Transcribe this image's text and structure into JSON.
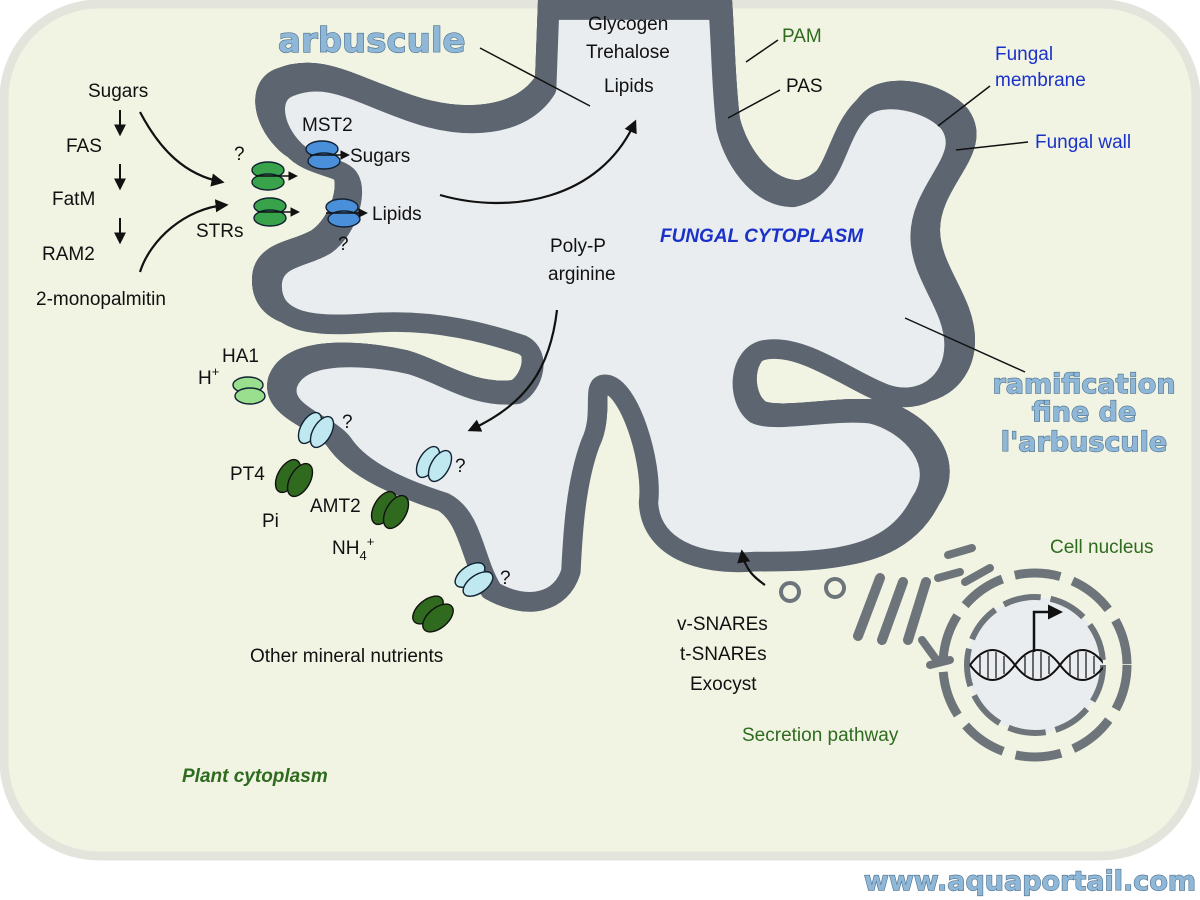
{
  "watermark": {
    "arbuscule": "arbuscule",
    "ramification": [
      "ramification",
      "fine de",
      "l'arbuscule"
    ],
    "site": "www.aquaportail.com"
  },
  "plant": {
    "cytoplasm": "Plant cytoplasm",
    "pathway": [
      "Sugars",
      "FAS",
      "FatM",
      "RAM2",
      "2-monopalmitin"
    ],
    "strs": "STRs",
    "question": "?",
    "ha1": "HA1",
    "h": "H",
    "h_sup": "+",
    "pt4": "PT4",
    "pi": "Pi",
    "amt2": "AMT2",
    "nh": "NH",
    "nh_sub": "4",
    "nh_sup": "+",
    "other_nutrients": "Other mineral nutrients",
    "snares": [
      "v-SNAREs",
      "t-SNAREs",
      "Exocyst"
    ],
    "secretion": "Secretion pathway",
    "nucleus": "Cell nucleus"
  },
  "fungus": {
    "storage": [
      "Glycogen",
      "Trehalose",
      "Lipids"
    ],
    "pam": "PAM",
    "pas": "PAS",
    "membrane": [
      "Fungal",
      "membrane"
    ],
    "wall": "Fungal wall",
    "cytoplasm": "FUNGAL CYTOPLASM",
    "mst2": "MST2",
    "sugars": "Sugars",
    "lipids": "Lipids",
    "polyp": [
      "Poly-P",
      "arginine"
    ]
  },
  "colors": {
    "plant_cytoplasm": "#f1f4e3",
    "cell_outline": "#e4e6dd",
    "periarbuscular": "#e9ecee",
    "fungal_wall": "#cfe0ee",
    "fungal_cytoplasm": "#8ebcd6",
    "fungal_membrane": "#16237a",
    "green_label": "#2f6b1f",
    "blue_label": "#1a32c8",
    "watermark": "#8fb8d8"
  }
}
